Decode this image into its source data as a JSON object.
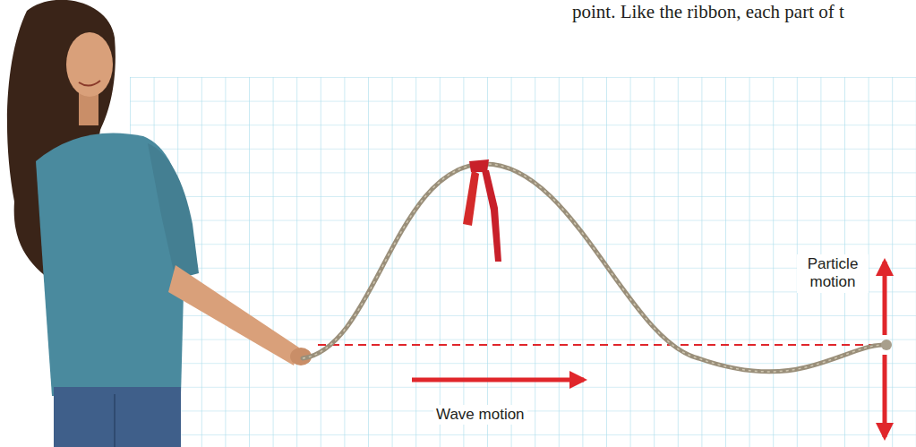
{
  "diagram": {
    "labels": [
      "point. Like the ribbon, each part of t",
      "Particle motion",
      "Wave motion"
    ]
  }
}
